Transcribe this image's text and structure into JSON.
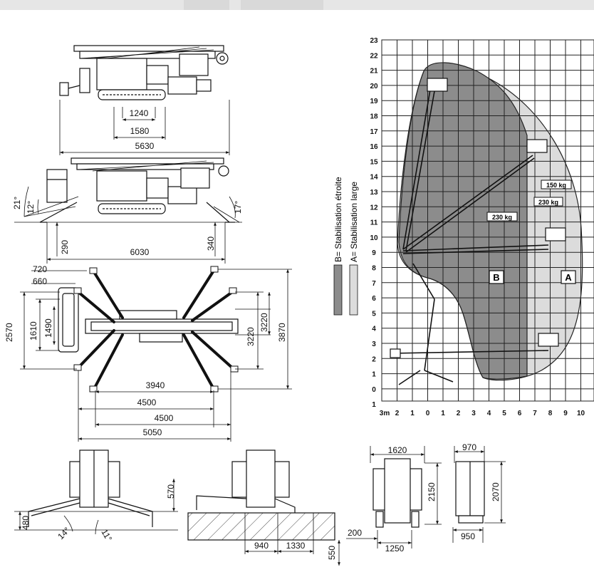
{
  "top_view_dims": [
    "1240",
    "1580",
    "5630"
  ],
  "side_view_dims": {
    "angle_21": "21°",
    "angle_12": "12°",
    "angle_17": "17°",
    "height_290": "290",
    "width_6030": "6030",
    "height_340": "340"
  },
  "outrigger_plan_dims": {
    "d720": "720",
    "d660": "660",
    "d2570": "2570",
    "d1610": "1610",
    "d1490": "1490",
    "d3220a": "3220",
    "d3220b": "3220",
    "d3870": "3870",
    "d3940": "3940",
    "d4500a": "4500",
    "d4500b": "4500",
    "d5050": "5050"
  },
  "front_view_dims": {
    "d480": "480",
    "a14": "14°",
    "a11": "11°",
    "d570": "570",
    "d940": "940",
    "d1330": "1330",
    "d550": "550"
  },
  "rear_view_dims": {
    "d1620": "1620",
    "d2150": "2150",
    "d200": "200",
    "d1250": "1250",
    "d970": "970",
    "d2070": "2070",
    "d950": "950"
  },
  "reach_chart": {
    "y_ticks": [
      "23",
      "22",
      "21",
      "20",
      "19",
      "18",
      "17",
      "16",
      "15",
      "14",
      "13",
      "12",
      "11",
      "10",
      "9",
      "8",
      "7",
      "6",
      "5",
      "4",
      "3",
      "2",
      "1",
      "0",
      "1"
    ],
    "x_ticks": [
      "3m",
      "2",
      "1",
      "0",
      "1",
      "2",
      "3",
      "4",
      "5",
      "6",
      "7",
      "8",
      "9",
      "10",
      "1"
    ],
    "load_labels": [
      "150 kg",
      "230 kg",
      "230 kg"
    ],
    "zone_b": "B",
    "zone_a": "A",
    "legend_b": "B= Stabilisation étroite",
    "legend_a": "A= Stabilisation large",
    "colors": {
      "zone_b": "#8c8c8c",
      "zone_a": "#dcdcdc",
      "grid": "#222222"
    }
  }
}
